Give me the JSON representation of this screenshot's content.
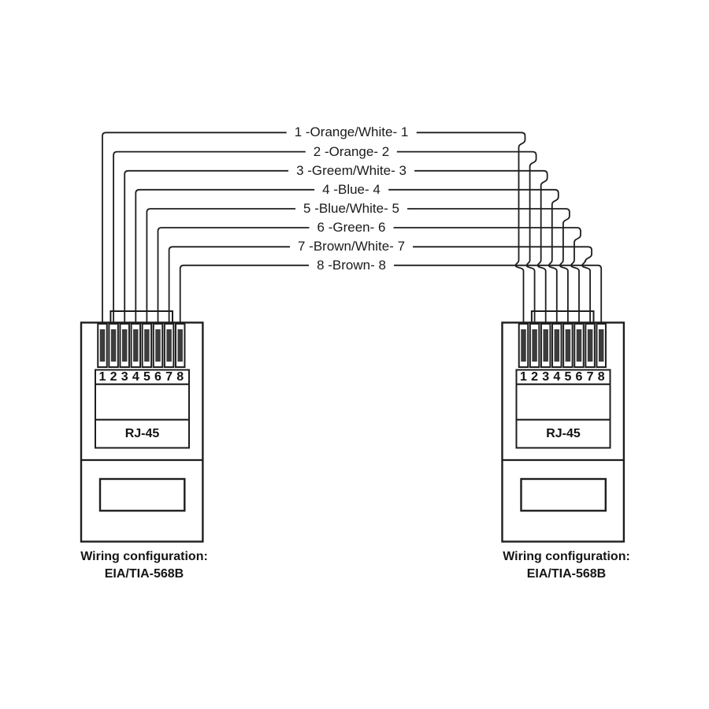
{
  "wire_labels": [
    "1 -Orange/White- 1",
    "2 -Orange- 2",
    "3 -Greem/White- 3",
    "4 -Blue- 4",
    "5 -Blue/White- 5",
    "6 -Green- 6",
    "7 -Brown/White- 7",
    "8 -Brown- 8"
  ],
  "connectors": {
    "left": {
      "pin_numbers": [
        "1",
        "2",
        "3",
        "4",
        "5",
        "6",
        "7",
        "8"
      ],
      "type_label": "RJ-45",
      "caption": {
        "line1": "Wiring configuration:",
        "line2": "EIA/TIA-568B"
      }
    },
    "right": {
      "pin_numbers": [
        "1",
        "2",
        "3",
        "4",
        "5",
        "6",
        "7",
        "8"
      ],
      "type_label": "RJ-45",
      "caption": {
        "line1": "Wiring configuration:",
        "line2": "EIA/TIA-568B"
      }
    }
  },
  "colors": {
    "line": "#1e1e1e",
    "pin_fill": "#3c3c3c",
    "text": "#1b1b1b",
    "background": "#ffffff"
  }
}
